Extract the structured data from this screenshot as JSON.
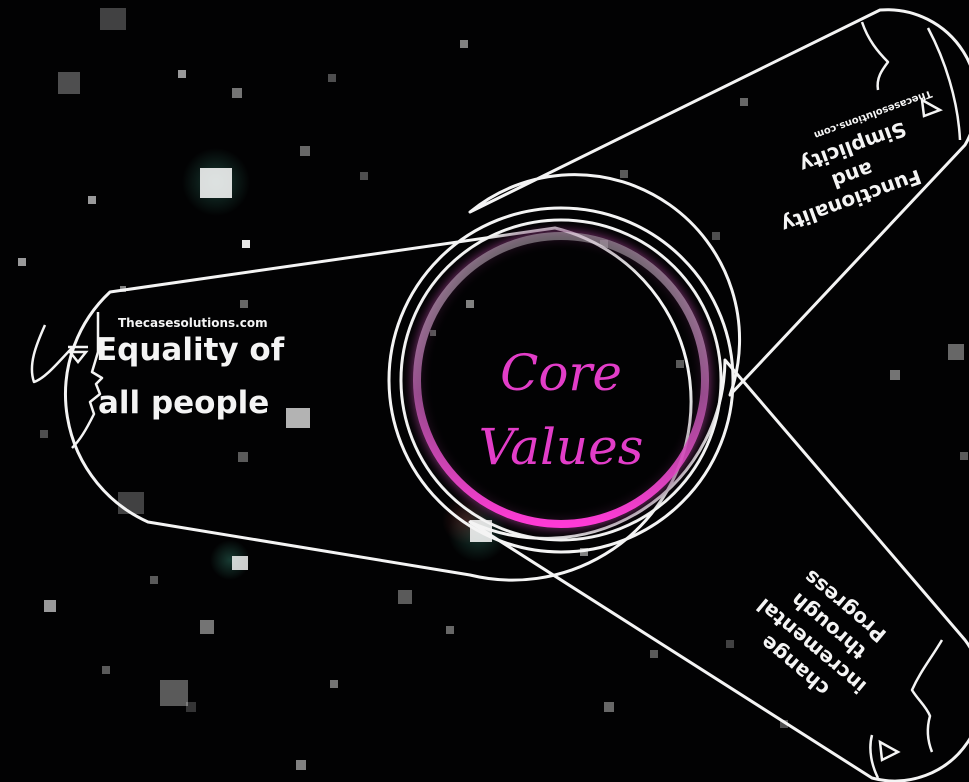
{
  "center": {
    "line1": "Core",
    "line2": "Values"
  },
  "petals": {
    "left": {
      "watermark": "Thecasesolutions.com",
      "line1": "Equality of",
      "line2": "all people"
    },
    "top_right": {
      "watermark": "Thecasesolutions.com",
      "line1": "Simplicity",
      "line2": "and",
      "line3": "Functionality"
    },
    "bottom_right": {
      "line1": "Progress",
      "line2": "through",
      "line3": "incremental",
      "line4": "change"
    }
  },
  "colors": {
    "background": "#020203",
    "outline": "#f4f4f4",
    "accent": "#e23dc8",
    "text": "#f4f4f4"
  },
  "icons": [
    "face-profile-icon",
    "triangle-icon"
  ]
}
